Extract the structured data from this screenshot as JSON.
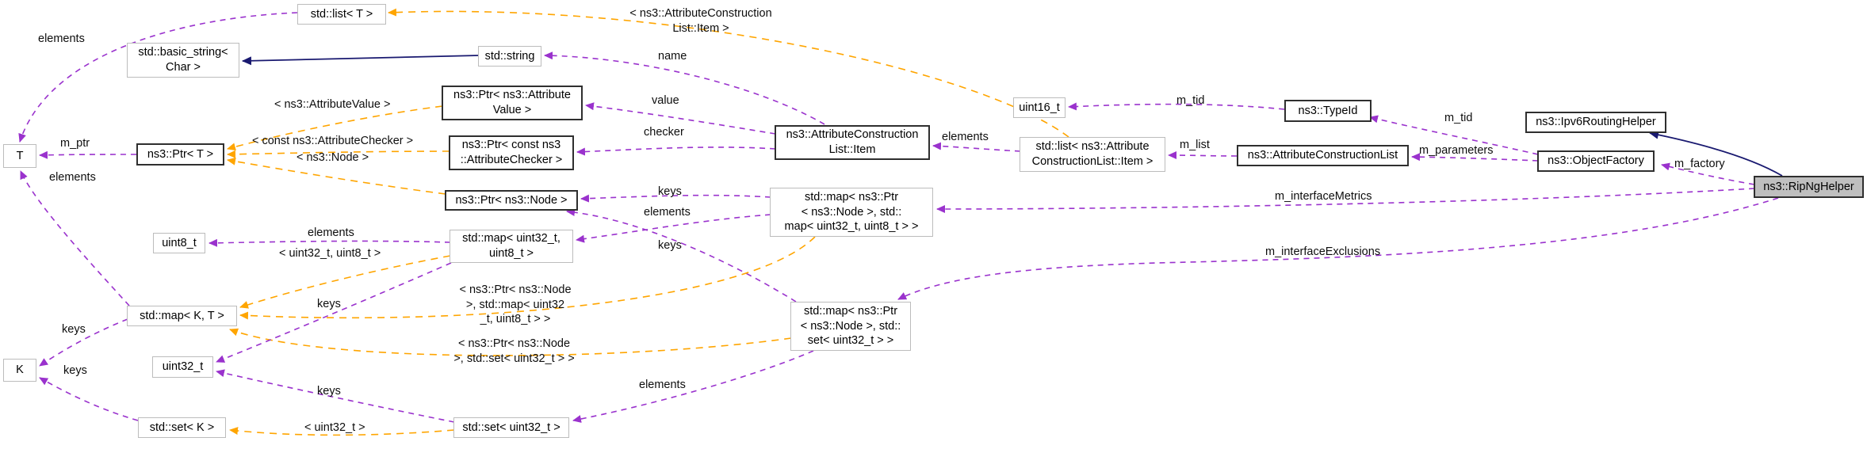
{
  "colors": {
    "usage_edge": "#9a32cd",
    "template_edge": "#ffa500",
    "inheritance_edge": "#191970",
    "selected_node_fill": "#bfbfbf",
    "plain_node_border": "#bcbcbc",
    "linked_node_border": "#2f2f2f"
  },
  "nodes": {
    "list_t": {
      "label": "std::list< T >"
    },
    "basic_string": {
      "label": "std::basic_string<\nChar >"
    },
    "string": {
      "label": "std::string"
    },
    "ptr_attrvalue": {
      "label": "ns3::Ptr< ns3::Attribute\nValue >"
    },
    "t": {
      "label": "T"
    },
    "ptr_t": {
      "label": "ns3::Ptr< T >"
    },
    "ptr_checker": {
      "label": "ns3::Ptr< const ns3\n::AttributeChecker >"
    },
    "item": {
      "label": "ns3::AttributeConstruction\nList::Item"
    },
    "uint16": {
      "label": "uint16_t"
    },
    "typeid": {
      "label": "ns3::TypeId"
    },
    "ipv6helper": {
      "label": "ns3::Ipv6RoutingHelper"
    },
    "list_item": {
      "label": "std::list< ns3::Attribute\nConstructionList::Item >"
    },
    "acl": {
      "label": "ns3::AttributeConstructionList"
    },
    "objfactory": {
      "label": "ns3::ObjectFactory"
    },
    "ripng": {
      "label": "ns3::RipNgHelper"
    },
    "ptr_node": {
      "label": "ns3::Ptr< ns3::Node >"
    },
    "map_node_map": {
      "label": "std::map< ns3::Ptr\n< ns3::Node >, std::\nmap< uint32_t, uint8_t > >"
    },
    "uint8": {
      "label": "uint8_t"
    },
    "map_u32_u8": {
      "label": "std::map< uint32_t,\nuint8_t >"
    },
    "map_kt": {
      "label": "std::map< K, T >"
    },
    "uint32": {
      "label": "uint32_t"
    },
    "k": {
      "label": "K"
    },
    "set_k": {
      "label": "std::set< K >"
    },
    "set_u32": {
      "label": "std::set< uint32_t >"
    },
    "map_node_set": {
      "label": "std::map< ns3::Ptr\n< ns3::Node >, std::\nset< uint32_t > >"
    }
  },
  "edge_labels": {
    "elements_list_t": "elements",
    "template_list_item": "< ns3::AttributeConstruction\nList::Item >",
    "name": "name",
    "value": "value",
    "checker": "checker",
    "elements_item": "elements",
    "m_tid_typeid": "m_tid",
    "m_list": "m_list",
    "m_tid_factory": "m_tid",
    "m_parameters": "m_parameters",
    "m_factory": "m_factory",
    "m_ptr": "m_ptr",
    "template_attr_value": "< ns3::AttributeValue >",
    "template_const_checker": "< const ns3::AttributeChecker >",
    "template_node": "< ns3::Node >",
    "keys_map_metrics": "keys",
    "elements_map_metrics": "elements",
    "keys_map_exclusions": "keys",
    "m_interfaceMetrics": "m_interfaceMetrics",
    "m_interfaceExclusions": "m_interfaceExclusions",
    "elements_uint8": "elements",
    "template_u32_u8": "< uint32_t, uint8_t >",
    "elements_map_kt": "elements",
    "keys_map_kt": "keys",
    "keys_set_k": "keys",
    "keys_map_u32": "keys",
    "keys_set_u32": "keys",
    "template_u32": "< uint32_t >",
    "template_map_node_map": "< ns3::Ptr< ns3::Node\n>, std::map< uint32\n_t, uint8_t > >",
    "template_map_node_set": "< ns3::Ptr< ns3::Node\n>, std::set< uint32_t > >",
    "elements_set_u32": "elements"
  }
}
